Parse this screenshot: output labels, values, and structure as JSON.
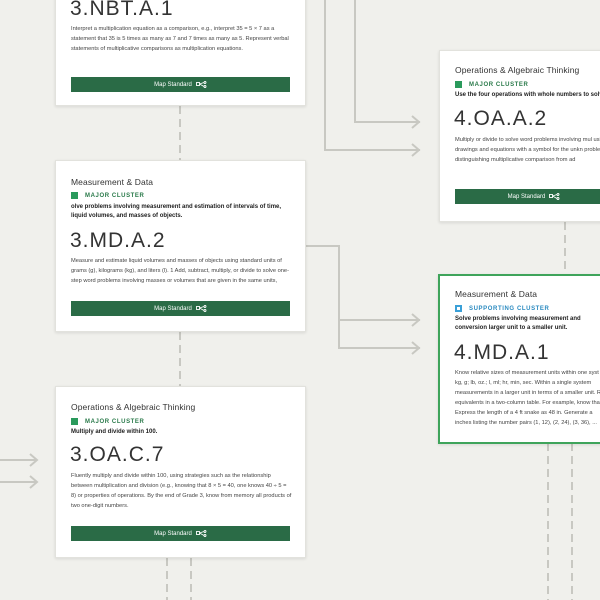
{
  "cards": {
    "nbt": {
      "code": "3.NBT.A.1",
      "description": "Interpret a multiplication equation as a comparison, e.g., interpret 35 = 5 × 7 as a statement that 35 is 5 times as many as 7 and 7 times as many as 5. Represent verbal statements of multiplicative comparisons as multiplication equations.",
      "button": "Map Standard"
    },
    "md": {
      "domain": "Measurement & Data",
      "cluster_type": "MAJOR CLUSTER",
      "cluster_desc": "olve problems involving measurement and estimation of intervals of time, liquid volumes, and masses of objects.",
      "code": "3.MD.A.2",
      "description": "Measure and estimate liquid volumes and masses of objects using standard units of grams (g), kilograms (kg), and liters (l). 1 Add, subtract, multiply, or divide to solve one-step word problems involving masses or volumes that are given in the same units,",
      "button": "Map Standard"
    },
    "oac": {
      "domain": "Operations & Algebraic Thinking",
      "cluster_type": "MAJOR CLUSTER",
      "cluster_desc": "Multiply and divide within 100.",
      "code": "3.OA.C.7",
      "description": "Fluently multiply and divide within 100, using strategies such as the relationship between multiplication and division (e.g., knowing that 8 × 5 = 40, one knows 40 ÷ 5 = 8) or properties of operations. By the end of Grade 3, know from memory all products of two one-digit numbers.",
      "button": "Map Standard"
    },
    "oa4": {
      "domain": "Operations & Algebraic Thinking",
      "cluster_type": "MAJOR CLUSTER",
      "cluster_desc": "Use the four operations with whole numbers to solve pr",
      "code": "4.OA.A.2",
      "description": "Multiply or divide to solve word problems involving mul using drawings and equations with a symbol for the unkn problem, distinguishing multiplicative comparison from ad",
      "button": "Map Standard"
    },
    "md4": {
      "domain": "Measurement & Data",
      "cluster_type": "SUPPORTING CLUSTER",
      "cluster_desc": "Solve problems involving measurement and conversion larger unit to a smaller unit.",
      "code": "4.MD.A.1",
      "description": "Know relative sizes of measurement units within one syst cm; kg, g; lb, oz.; l, ml; hr, min, sec. Within a single system measurements in a larger unit in terms of a smaller unit. R equivalents in a two-column table. For example, know tha in. Express the length of a 4 ft snake as 48 in. Generate a inches listing the number pairs (1, 12), (2, 24), (3, 36), ..."
    }
  },
  "colors": {
    "background": "#f0f0ec",
    "button": "#2a6b46",
    "major": "#2a9a5c",
    "supporting": "#3aa0d8",
    "selected_border": "#3fa45b",
    "connector": "#c8c8c2"
  },
  "icons": {
    "map_button": "hierarchy-icon"
  }
}
